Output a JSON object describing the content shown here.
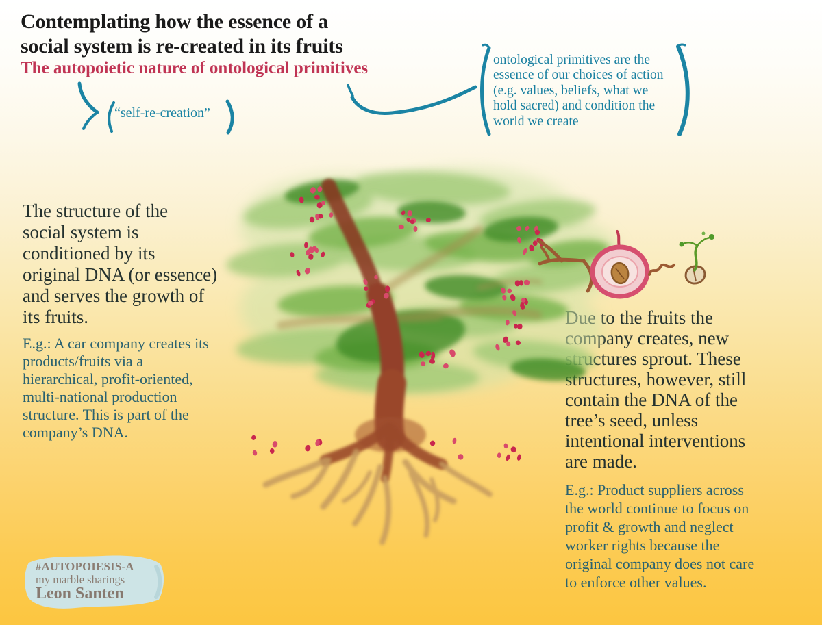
{
  "title": "Contemplating how the essence of a\nsocial system is re-created in its fruits",
  "subtitle": "The autopoietic nature of ontological primitives",
  "callouts": {
    "self_recreation": "“self-re-creation”",
    "ontological_note": "ontological primitives are the\nessence of our choices of action\n(e.g. values, beliefs, what we\nhold sacred) and condition the\nworld we create"
  },
  "left_panel": {
    "main": "The structure of the\nsocial system is\nconditioned by its\noriginal DNA (or essence)\nand serves the growth of\nits fruits.",
    "example": "E.g.: A car company creates its\nproducts/fruits via a\nhierarchical, profit-oriented,\nmulti-national production\nstructure. This is part of the\ncompany’s DNA."
  },
  "right_panel": {
    "main": "Due to the fruits the\ncompany creates, new\nstructures sprout. These\nstructures, however, still\ncontain the DNA of the\ntree’s seed, unless\nintentional interventions\nare made.",
    "example": "E.g.: Product suppliers across\nthe world continue to focus on\nprofit & growth and neglect\nworker rights because the\noriginal company does not care\nto enforce other values."
  },
  "badge": {
    "hashtag": "#AUTOPOIESIS-A",
    "tagline": "my marble sharings",
    "author": "Leon Santen"
  },
  "illustration": {
    "tree": "watercolor apple tree with red berry clusters and exposed roots",
    "fruit_cycle": [
      "branch",
      "halved apple with seed",
      "falling seed",
      "sprouting seedling"
    ],
    "icons": {
      "brace": "hand-drawn teal parentheses",
      "wave": "hand-drawn teal wavy connector line"
    }
  },
  "colors": {
    "accent_teal": "#1b84a4",
    "accent_crimson": "#c03454",
    "body_ink": "#25322f",
    "example_teal": "#2a6270",
    "background_top": "#ffffff",
    "background_bottom": "#fcc640",
    "badge_background": "#cde4e6",
    "badge_text": "#8b7d73",
    "berry_red": "#c9274e",
    "foliage_green": "#74b24a",
    "trunk_brown": "#93402a",
    "apple_pink": "#f2cdd0"
  }
}
